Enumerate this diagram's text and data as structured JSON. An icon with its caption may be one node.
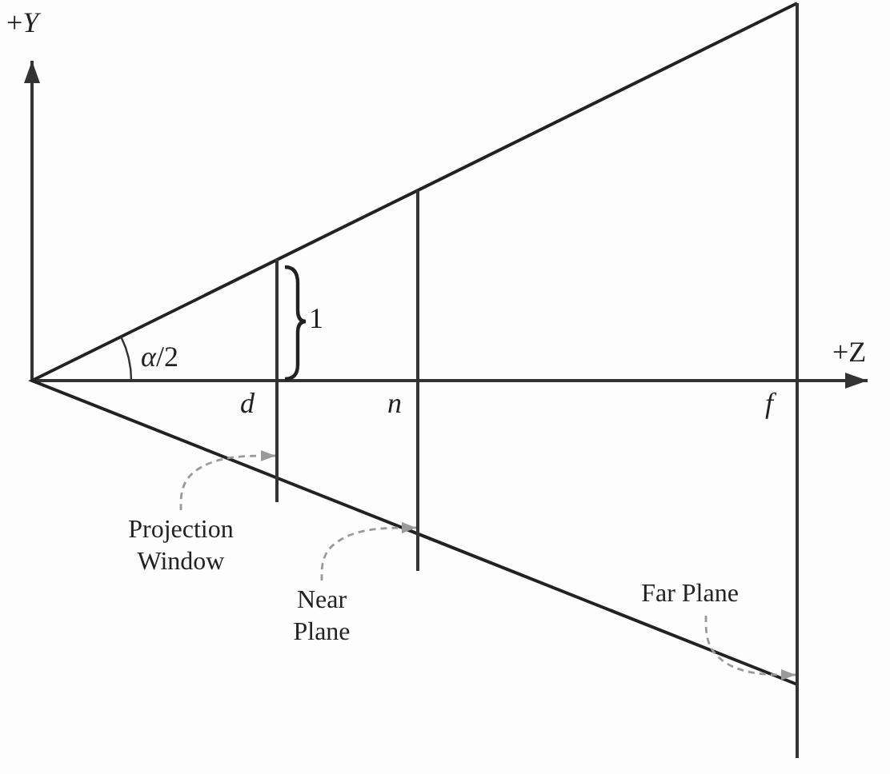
{
  "diagram": {
    "nodes": [
      {
        "text": [
          "Projection Window"
        ]
      },
      {
        "text": [
          "Near Plane"
        ]
      },
      {
        "text": [
          "Far Plane"
        ]
      },
      {
        "text": [],
        "shape": "line"
      },
      {
        "text": [],
        "shape": "line"
      },
      {
        "text": [],
        "shape": "line"
      }
    ],
    "edges": [
      {
        "from": 0,
        "to": 3,
        "arrow": "to",
        "style": "dashed"
      },
      {
        "from": 1,
        "to": 4,
        "arrow": "to",
        "style": "dashed"
      },
      {
        "from": 2,
        "to": 5,
        "arrow": "to",
        "style": "dashed"
      }
    ],
    "labels": [
      "+*Y*",
      "+Z",
      "*α*/2",
      "1",
      "d",
      "n",
      "f"
    ]
  }
}
